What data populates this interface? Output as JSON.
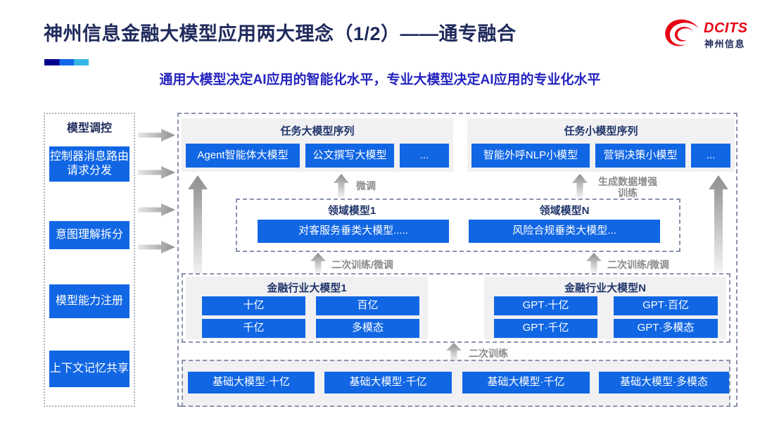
{
  "header": {
    "title": "神州信息金融大模型应用两大理念（1/2）——通专融合",
    "logo_text": "DCITS",
    "logo_subtext": "神州信息"
  },
  "subtitle": "通用大模型决定AI应用的智能化水平，专业大模型决定AI应用的专业化水平",
  "sidebar": {
    "title": "模型调控",
    "items": [
      {
        "label": "控制器消息路由请求分发"
      },
      {
        "label": "意图理解拆分"
      },
      {
        "label": "模型能力注册"
      },
      {
        "label": "上下文记忆共享"
      }
    ]
  },
  "task_large_models": {
    "title": "任务大模型序列",
    "items": [
      "Agent智能体大模型",
      "公文撰写大模型",
      "..."
    ]
  },
  "task_small_models": {
    "title": "任务小模型序列",
    "items": [
      "智能外呼NLP小模型",
      "营销决策小模型",
      "..."
    ]
  },
  "domain_models": [
    {
      "title": "领域模型1",
      "model": "对客服务垂类大模型....."
    },
    {
      "title": "领域模型N",
      "model": "风险合规垂类大模型..."
    }
  ],
  "industry_models": [
    {
      "title": "金融行业大模型1",
      "items": [
        "十亿",
        "百亿",
        "千亿",
        "多模态"
      ]
    },
    {
      "title": "金融行业大模型N",
      "items": [
        "GPT·十亿",
        "GPT·百亿",
        "GPT·千亿",
        "GPT·多模态"
      ]
    }
  ],
  "base_models": {
    "items": [
      "基础大模型·十亿",
      "基础大模型·千亿",
      "基础大模型·千亿",
      "基础大模型·多模态"
    ]
  },
  "labels": {
    "fine_tune": "微调",
    "gen_data_line1": "生成数据增强",
    "gen_data_line2": "训练",
    "secondary_train_left": "二次训练/微调",
    "secondary_train_right": "二次训练/微调",
    "secondary_train_bottom": "二次训练"
  },
  "colors": {
    "accent_blue": "#1166E4",
    "navy_text": "#1F2A5C",
    "subtitle_blue": "#2424BE",
    "logo_red": "#E60013",
    "label_gray": "#8A8A8A",
    "panel_gray": "#F1F1F3"
  }
}
